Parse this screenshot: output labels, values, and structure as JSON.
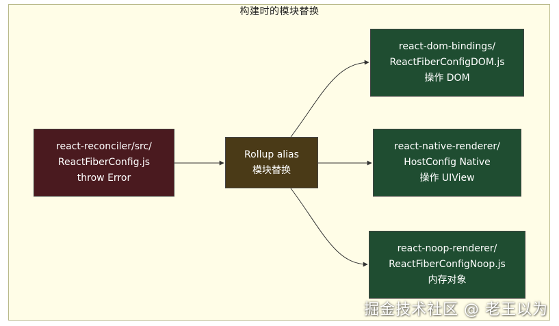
{
  "diagram": {
    "title": "构建时的模块替换",
    "nodes": {
      "src": {
        "lines": [
          "react-reconciler/src/",
          "ReactFiberConfig.js",
          "throw Error"
        ],
        "color": "#4a1a1f"
      },
      "alias": {
        "lines": [
          "Rollup alias",
          "模块替换"
        ],
        "color": "#4a3a17"
      },
      "dom": {
        "lines": [
          "react-dom-bindings/",
          "ReactFiberConfigDOM.js",
          "操作 DOM"
        ],
        "color": "#1f4d31"
      },
      "native": {
        "lines": [
          "react-native-renderer/",
          "HostConfig Native",
          "操作 UIView"
        ],
        "color": "#1f4d31"
      },
      "noop": {
        "lines": [
          "react-noop-renderer/",
          "ReactFiberConfigNoop.js",
          "内存对象"
        ],
        "color": "#1f4d31"
      }
    },
    "edges": [
      {
        "from": "src",
        "to": "alias"
      },
      {
        "from": "alias",
        "to": "dom"
      },
      {
        "from": "alias",
        "to": "native"
      },
      {
        "from": "alias",
        "to": "noop"
      }
    ]
  },
  "watermark": "掘金技术社区 @ 老王以为"
}
